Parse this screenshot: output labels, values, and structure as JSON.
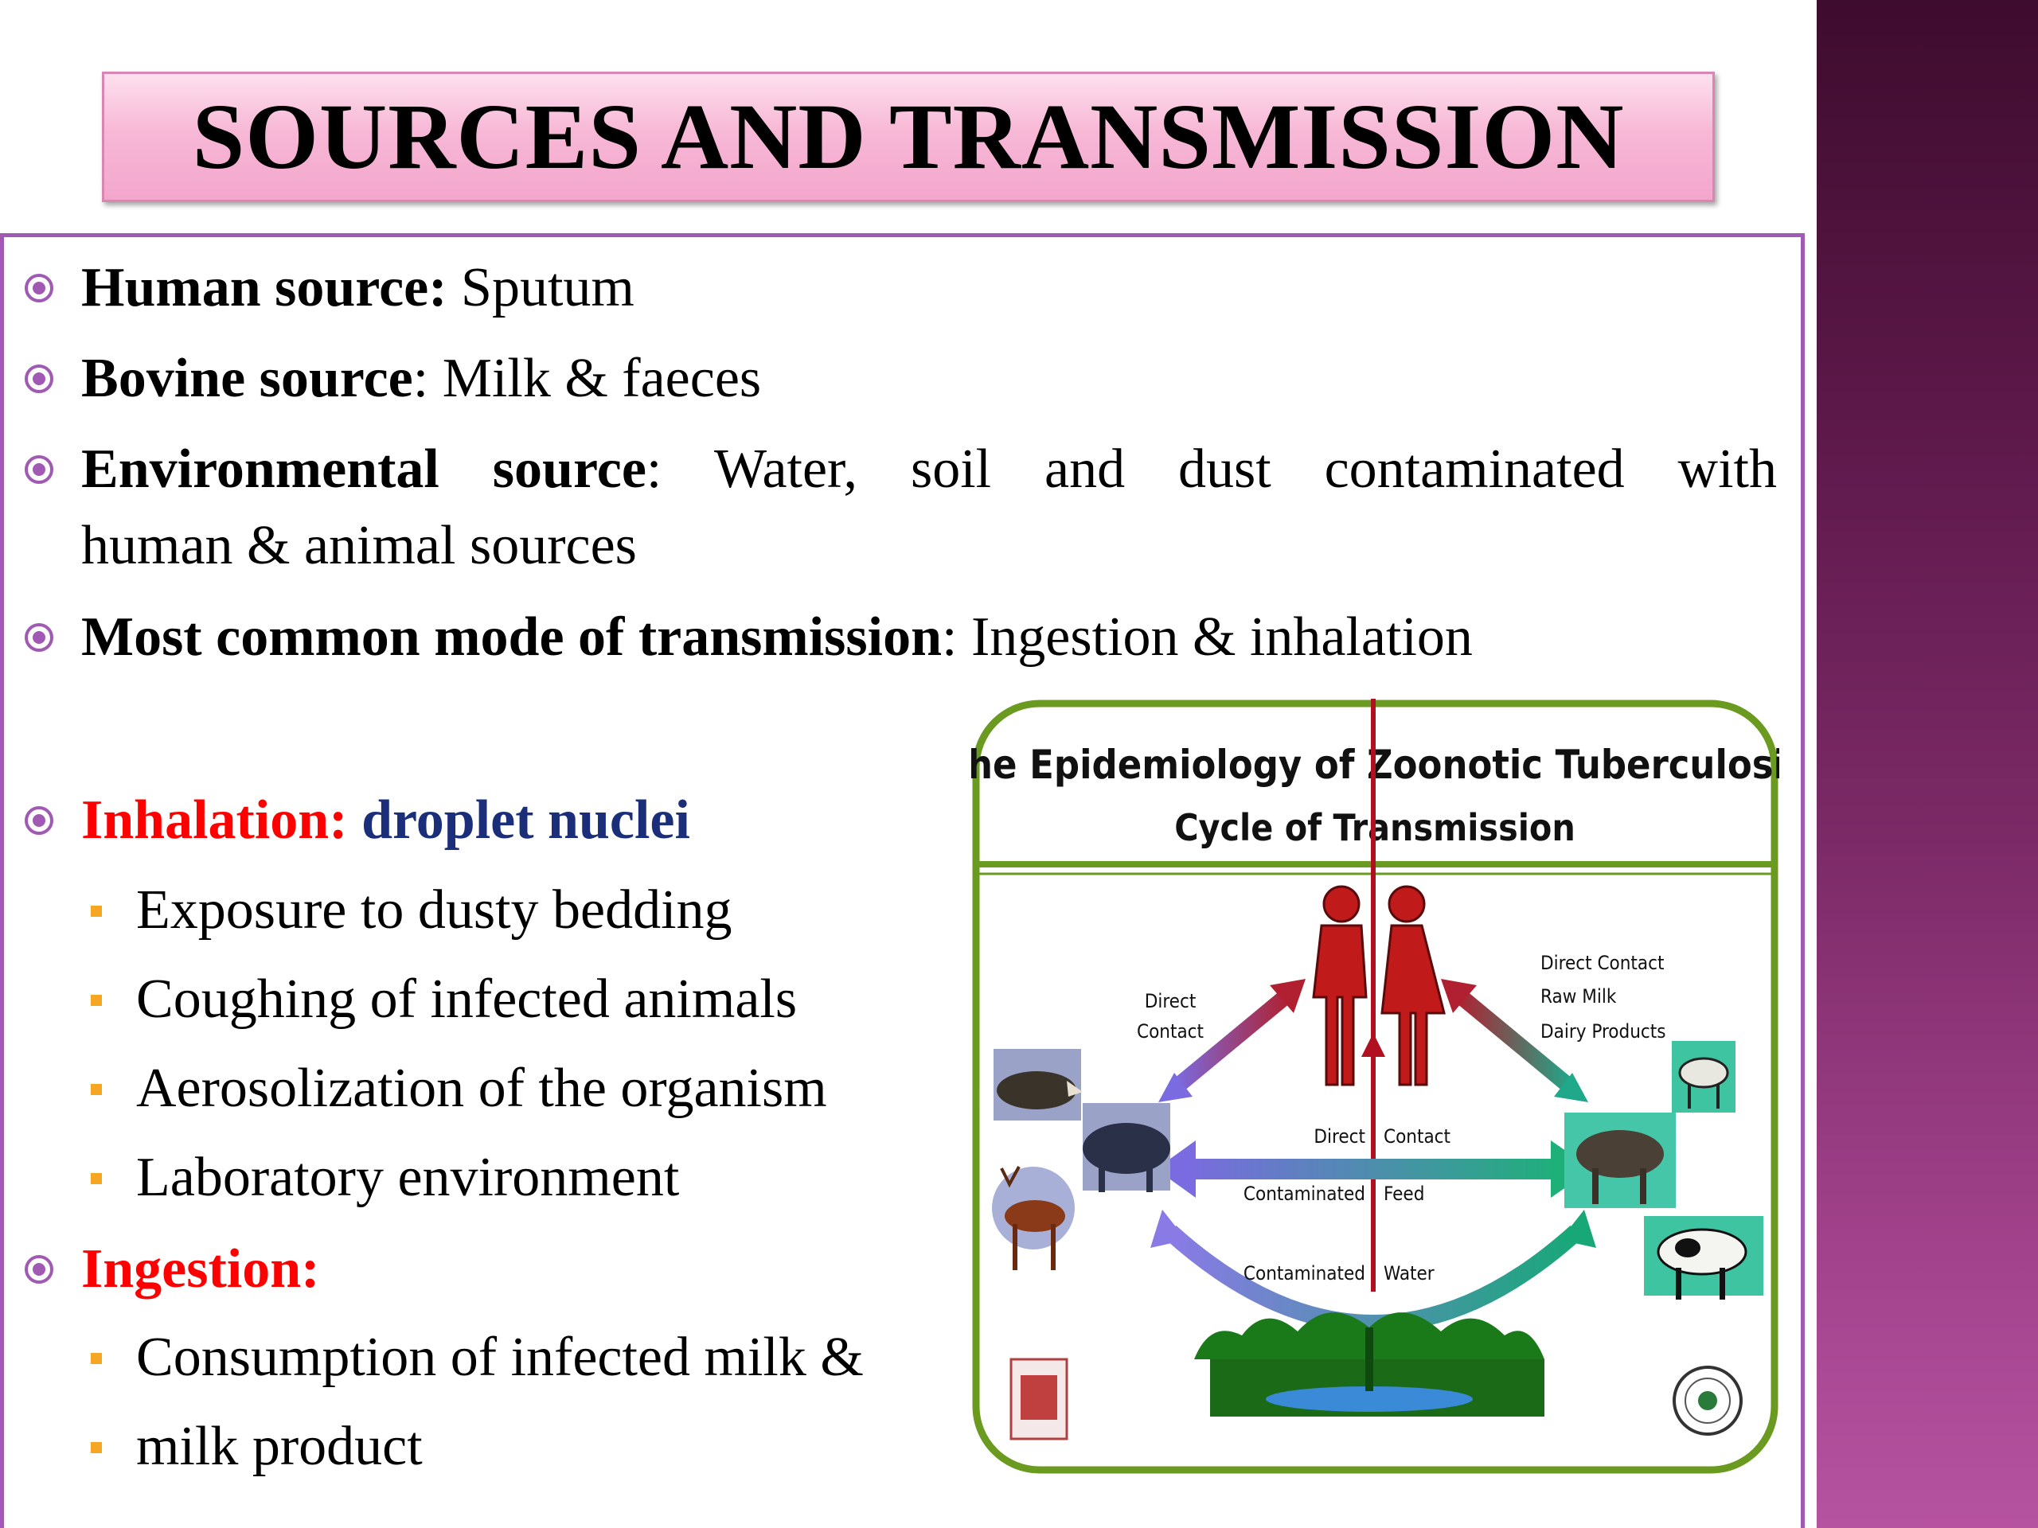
{
  "title": "SOURCES AND TRANSMISSION",
  "sources": [
    {
      "label": "Human source:",
      "text": " Sputum"
    },
    {
      "label": "Bovine source",
      "text": ": Milk & faeces"
    },
    {
      "label": "Environmental source",
      "text": ": Water, soil and dust contaminated with",
      "text2": "human & animal sources"
    },
    {
      "label": "Most common mode of transmission",
      "text": ": Ingestion & inhalation"
    }
  ],
  "inhalation": {
    "label": "Inhalation:",
    "detail": "droplet nuclei",
    "items": [
      "Exposure to dusty bedding",
      "Coughing of infected animals",
      "Aerosolization of the organism",
      "Laboratory environment"
    ]
  },
  "ingestion": {
    "label": "Ingestion:",
    "items": [
      "Consumption of infected milk &",
      "milk product"
    ]
  },
  "diagram": {
    "title_line1": "The Epidemiology of Zoonotic Tuberculosis",
    "title_line2": "Cycle of Transmission",
    "left_label_1": "Direct",
    "left_label_2": "Contact",
    "right_label_1": "Direct Contact",
    "right_label_2": "Raw Milk",
    "right_label_3": "Dairy Products",
    "mid_label_1a": "Direct",
    "mid_label_1b": "Contact",
    "mid_label_2a": "Contaminated",
    "mid_label_2b": "Feed",
    "mid_label_3a": "Contaminated",
    "mid_label_3b": "Water"
  },
  "colors": {
    "accent_purple": "#a05ab4",
    "title_pink": "#f3a6cc",
    "red": "#ff0000",
    "navy": "#1a2e7a",
    "square_bullet": "#f5a623",
    "diagram_border": "#6a9a1f"
  }
}
